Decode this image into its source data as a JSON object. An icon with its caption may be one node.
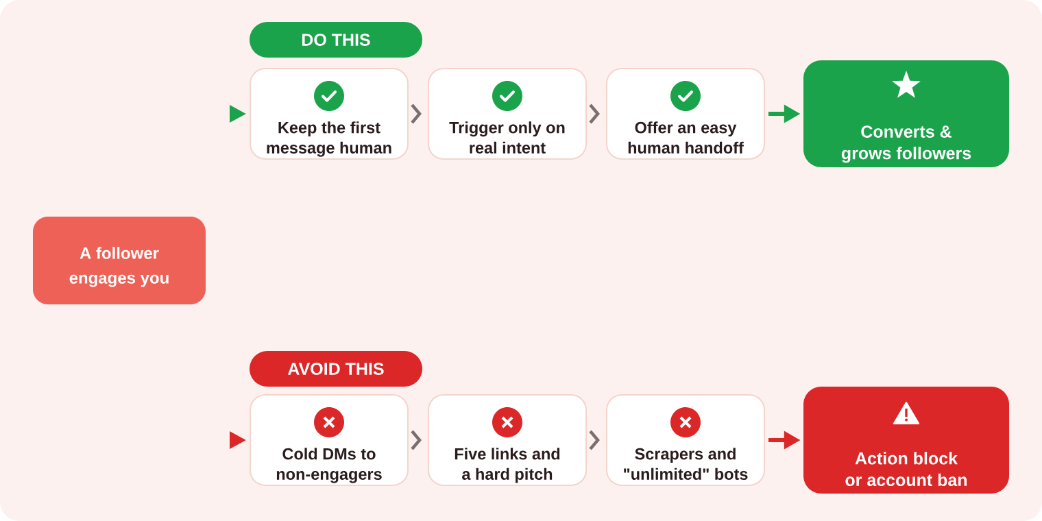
{
  "diagram": {
    "nodes": [
      {
        "text": [
          "A follower engages you"
        ]
      },
      {
        "text": [
          "DO THIS"
        ]
      },
      {
        "text": [
          "Keep the first message human"
        ]
      },
      {
        "text": [
          "Trigger only on real intent"
        ]
      },
      {
        "text": [
          "Offer an easy human handoff"
        ]
      },
      {
        "text": [
          "Converts & grows followers"
        ]
      },
      {
        "text": [
          "AVOID THIS"
        ]
      },
      {
        "text": [
          "Cold DMs to non-engagers"
        ]
      },
      {
        "text": [
          "Five links and a hard pitch"
        ]
      },
      {
        "text": [
          "Scrapers and \"unlimited\" bots"
        ]
      },
      {
        "text": [
          "Action block or account ban"
        ]
      }
    ],
    "edges": [
      {
        "from": null,
        "to": 2,
        "arrow": "to",
        "color": "#1ba34b"
      },
      {
        "from": 2,
        "to": 3,
        "arrow": "to"
      },
      {
        "from": 3,
        "to": 4,
        "arrow": "to"
      },
      {
        "from": 4,
        "to": 5,
        "arrow": "to",
        "color": "#1ba34b"
      },
      {
        "from": null,
        "to": 7,
        "arrow": "to",
        "color": "#db2727"
      },
      {
        "from": 7,
        "to": 8,
        "arrow": "to"
      },
      {
        "from": 8,
        "to": 9,
        "arrow": "to"
      },
      {
        "from": 9,
        "to": 10,
        "arrow": "to",
        "color": "#db2727"
      }
    ]
  }
}
